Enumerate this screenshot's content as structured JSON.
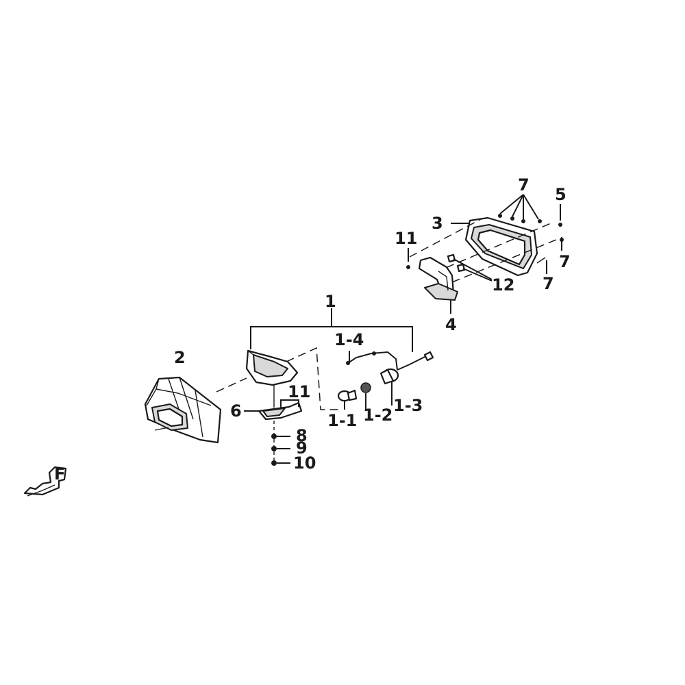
{
  "callouts": {
    "c1": "1",
    "c1_1": "1-1",
    "c1_2": "1-2",
    "c1_3": "1-3",
    "c1_4": "1-4",
    "c2": "2",
    "c3": "3",
    "c4": "4",
    "c5": "5",
    "c6": "6",
    "c7_top": "7",
    "c7_right": "7",
    "c7_lower": "7",
    "c8": "8",
    "c9": "9",
    "c10": "10",
    "c11_left": "11",
    "c11_top": "11",
    "c12": "12"
  },
  "orientation_mark": {
    "letter": "F"
  },
  "colors": {
    "ink": "#1a1a1a",
    "shade": "#d9d9d9",
    "background": "#ffffff"
  }
}
